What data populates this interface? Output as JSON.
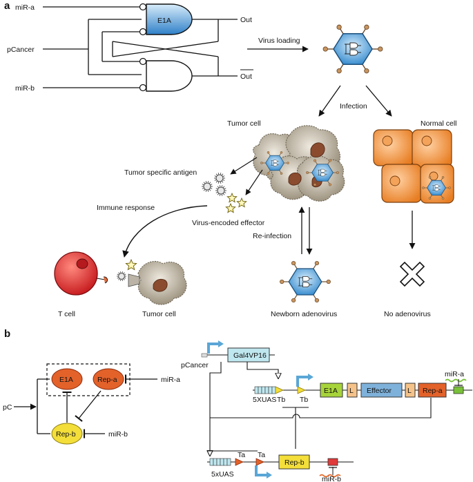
{
  "panel_a": {
    "letter": "a",
    "inputs": {
      "mir_a": "miR-a",
      "pcancer": "pCancer",
      "mir_b": "miR-b"
    },
    "gate_label": "E1A",
    "out": "Out",
    "out_bar": "Out",
    "virus_loading": "Virus loading",
    "infection": "Infection",
    "tumor_cell": "Tumor cell",
    "normal_cell": "Normal cell",
    "tumor_antigen": "Tumor specific antigen",
    "immune_response": "Immune response",
    "virus_effector": "Virus-encoded effector",
    "reinfection": "Re-infection",
    "t_cell": "T cell",
    "tumor_cell_2": "Tumor cell",
    "newborn": "Newborn adenovirus",
    "no_adeno": "No adenovirus"
  },
  "panel_b": {
    "letter": "b",
    "circuit": {
      "pc": "pC",
      "e1a": "E1A",
      "rep_a": "Rep-a",
      "rep_b": "Rep-b",
      "mir_a": "miR-a",
      "mir_b": "miR-b"
    },
    "construct": {
      "pcancer": "pCancer",
      "gal4": "Gal4VP16",
      "uas_top": "5XUAS",
      "tb1": "Tb",
      "tb2": "Tb",
      "e1a": "E1A",
      "l1": "L",
      "effector": "Effector",
      "l2": "L",
      "rep_a": "Rep-a",
      "mir_a": "miR-a",
      "uas_bottom": "5xUAS",
      "ta1": "Ta",
      "ta2": "Ta",
      "rep_b": "Rep-b",
      "mir_b": "miR-b"
    }
  },
  "colors": {
    "gate_blue": "#3f8fd0",
    "cell_brown": "#b8ae9c",
    "nucleus_brown": "#8a4b2e",
    "normal_orange": "#ef9a4a",
    "tcell_red": "#d8262a",
    "gene_orange": "#e3622a",
    "gene_yellow": "#f3de3a",
    "gene_green": "#a7d43a",
    "gene_blue": "#7fb2db",
    "gal4_cyan": "#bfe7ef",
    "arrow_blue": "#5aa6d6",
    "wave_green": "#7ac13a",
    "wave_orange": "#e56a2a"
  }
}
